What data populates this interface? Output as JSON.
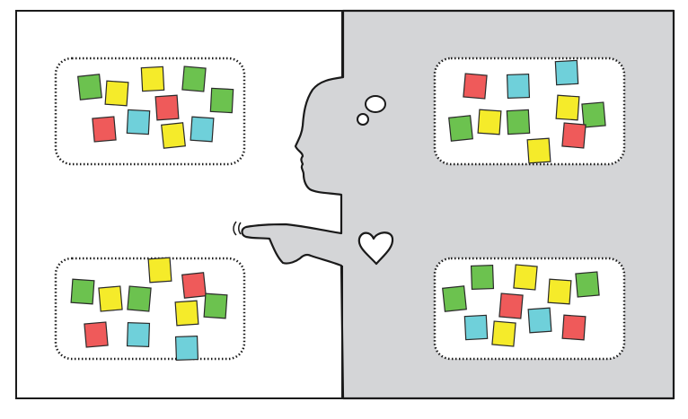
{
  "colors": {
    "background_left": "#ffffff",
    "background_right": "#d4d5d7",
    "outline": "#1a1a1a",
    "green": "#6cc24f",
    "yellow": "#f5eb2a",
    "red": "#ef5a5a",
    "cyan": "#6fd0da"
  },
  "clusters": [
    {
      "name": "top-left",
      "notes": [
        "green",
        "yellow",
        "yellow",
        "green",
        "green",
        "red",
        "red",
        "cyan",
        "yellow",
        "cyan"
      ]
    },
    {
      "name": "top-right",
      "notes": [
        "red",
        "cyan",
        "cyan",
        "yellow",
        "green",
        "green",
        "yellow",
        "green",
        "red",
        "yellow"
      ]
    },
    {
      "name": "bottom-left",
      "notes": [
        "yellow",
        "green",
        "yellow",
        "green",
        "red",
        "green",
        "yellow",
        "red",
        "cyan",
        "cyan"
      ]
    },
    {
      "name": "bottom-right",
      "notes": [
        "green",
        "yellow",
        "green",
        "green",
        "yellow",
        "red",
        "cyan",
        "cyan",
        "yellow",
        "red"
      ]
    }
  ],
  "icons": [
    "person-silhouette-icon",
    "thought-bubble-icon",
    "heart-icon",
    "pointing-hand-icon"
  ]
}
